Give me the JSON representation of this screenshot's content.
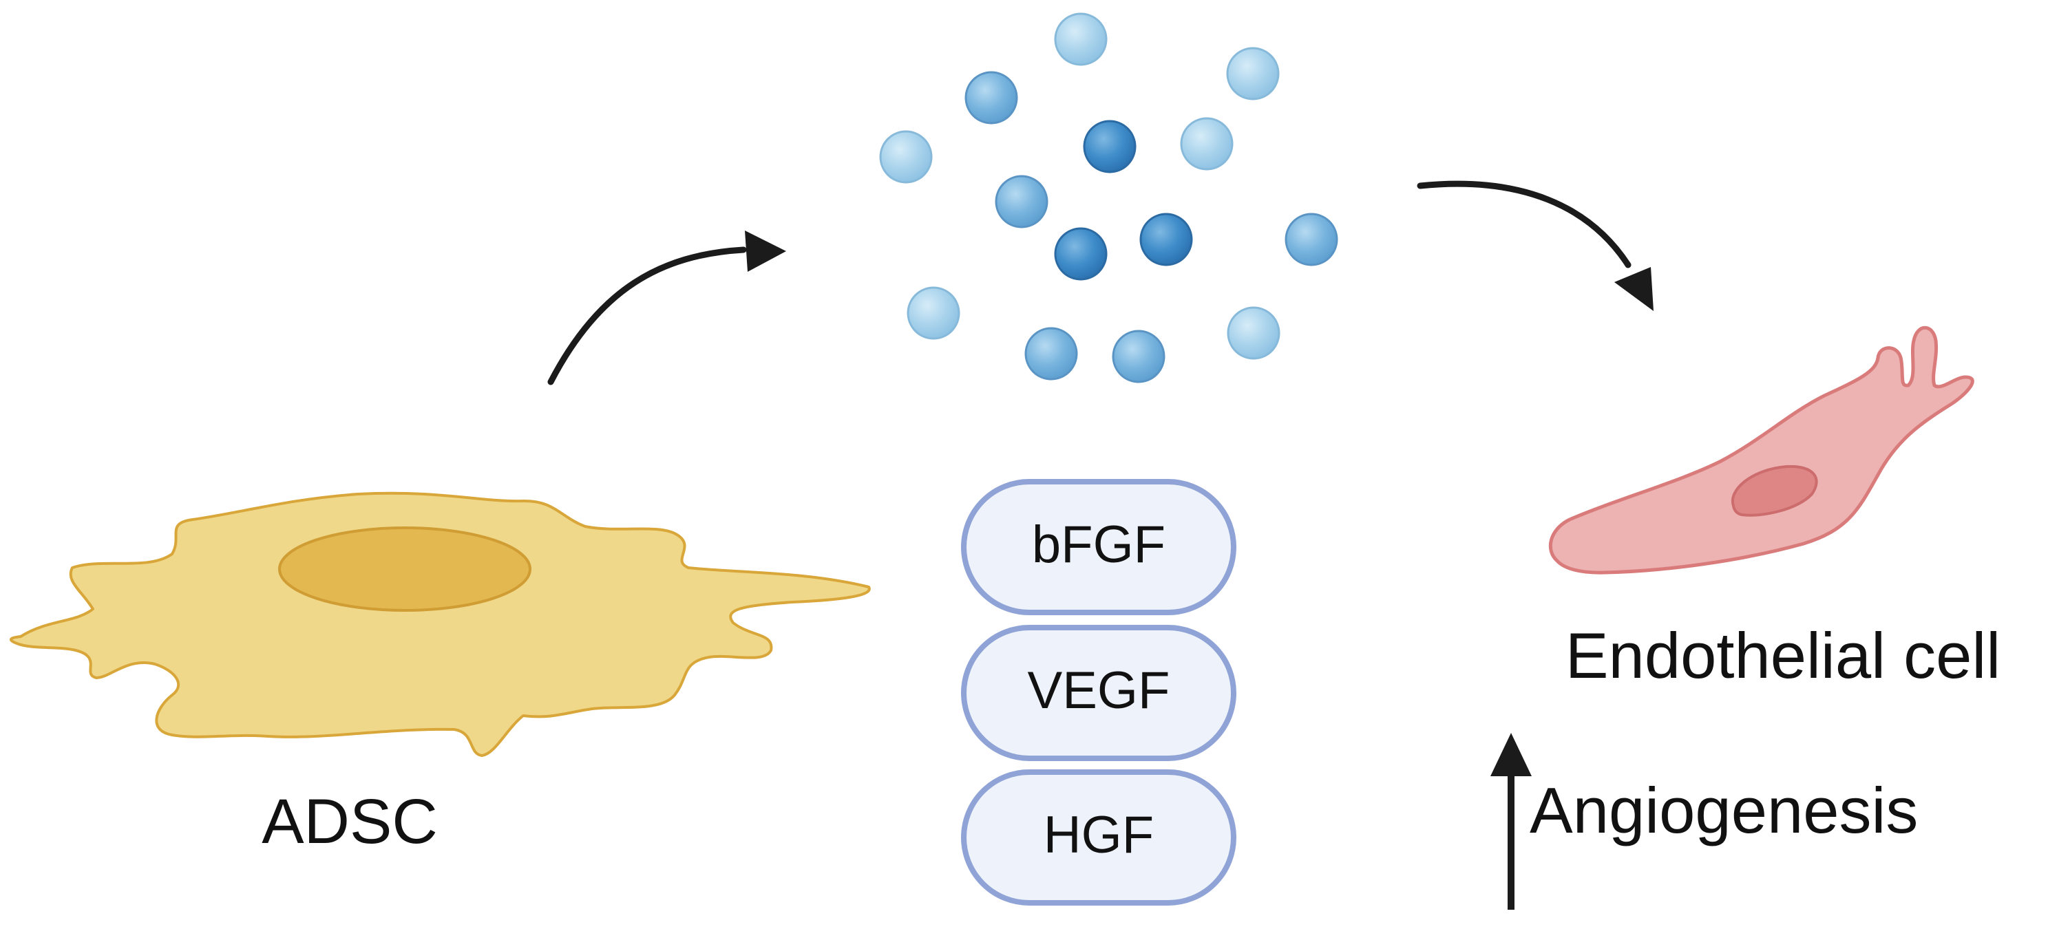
{
  "source_cell": {
    "label": "ADSC"
  },
  "growth_factors": [
    {
      "label": "bFGF"
    },
    {
      "label": "VEGF"
    },
    {
      "label": "HGF"
    }
  ],
  "target_cell": {
    "label": "Endothelial cell"
  },
  "outcome": {
    "label": "Angiogenesis",
    "direction": "up-arrow-icon"
  },
  "colors": {
    "adsc_fill": "#F0D88A",
    "adsc_stroke": "#D9A63A",
    "adsc_nucleus": "#E3B850",
    "endo_fill": "#EDB3B3",
    "endo_stroke": "#D97B7B",
    "endo_nucleus": "#DE8585",
    "pill_fill": "#EEF2FA",
    "pill_stroke": "#8FA3D6",
    "dot_light": "#A9D3EC",
    "dot_mid": "#7AB7DF",
    "dot_dark": "#3E8CC9",
    "arrow": "#1B1B1B"
  }
}
